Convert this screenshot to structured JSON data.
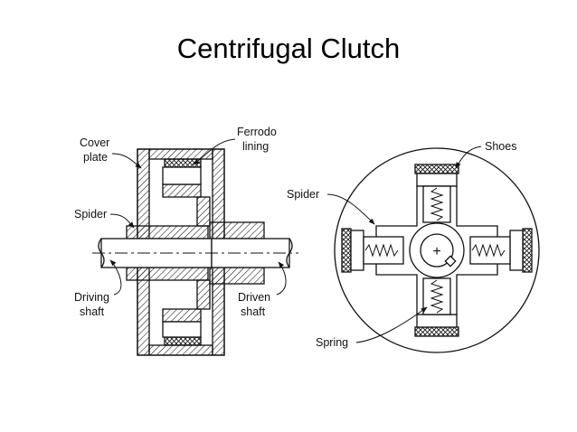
{
  "slide": {
    "title": "Centrifugal Clutch"
  },
  "left_view": {
    "labels": {
      "cover_plate_line1": "Cover",
      "cover_plate_line2": "plate",
      "ferrodo_line1": "Ferrodo",
      "ferrodo_line2": "lining",
      "spider": "Spider",
      "driving_line1": "Driving",
      "driving_line2": "shaft",
      "driven_line1": "Driven",
      "driven_line2": "shaft"
    }
  },
  "right_view": {
    "labels": {
      "shoes": "Shoes",
      "spider": "Spider",
      "spring": "Spring",
      "center_mark": "+"
    }
  },
  "colors": {
    "ink": "#111111",
    "background": "#ffffff"
  }
}
